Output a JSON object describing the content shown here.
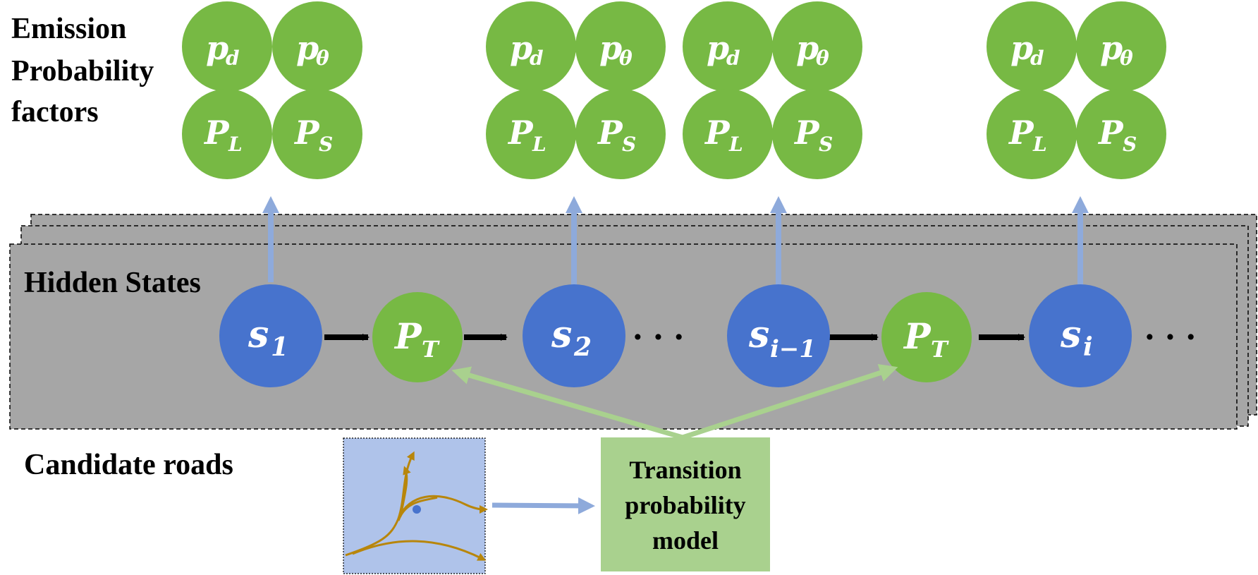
{
  "labels": {
    "emission_line1": "Emission",
    "emission_line2": "Probability",
    "emission_line3": "factors",
    "hidden_states": "Hidden States",
    "candidate_roads": "Candidate roads"
  },
  "emission_factors": {
    "pd_main": "p",
    "pd_sub": "d",
    "ptheta_main": "p",
    "ptheta_sub": "θ",
    "pl_main": "P",
    "pl_sub": "L",
    "ps_main": "P",
    "ps_sub": "S"
  },
  "hidden_nodes": {
    "s1_main": "s",
    "s1_sub": "1",
    "pt1_main": "P",
    "pt1_sub": "T",
    "s2_main": "s",
    "s2_sub": "2",
    "si1_main": "s",
    "si1_sub": "i−1",
    "pt2_main": "P",
    "pt2_sub": "T",
    "si_main": "s",
    "si_sub": "i",
    "ellipsis": "· · ·"
  },
  "transition_model": {
    "line1": "Transition",
    "line2": "probability",
    "line3": "model"
  },
  "colors": {
    "green_node": "#77B944",
    "blue_node": "#4773CD",
    "panel_gray": "#A6A6A6",
    "light_blue_arrow": "#8EAADB",
    "light_green_arrow": "#A9D18E",
    "model_box": "#A9D18E",
    "road_panel": "#AFC3EA",
    "road_line": "#B8860B"
  }
}
